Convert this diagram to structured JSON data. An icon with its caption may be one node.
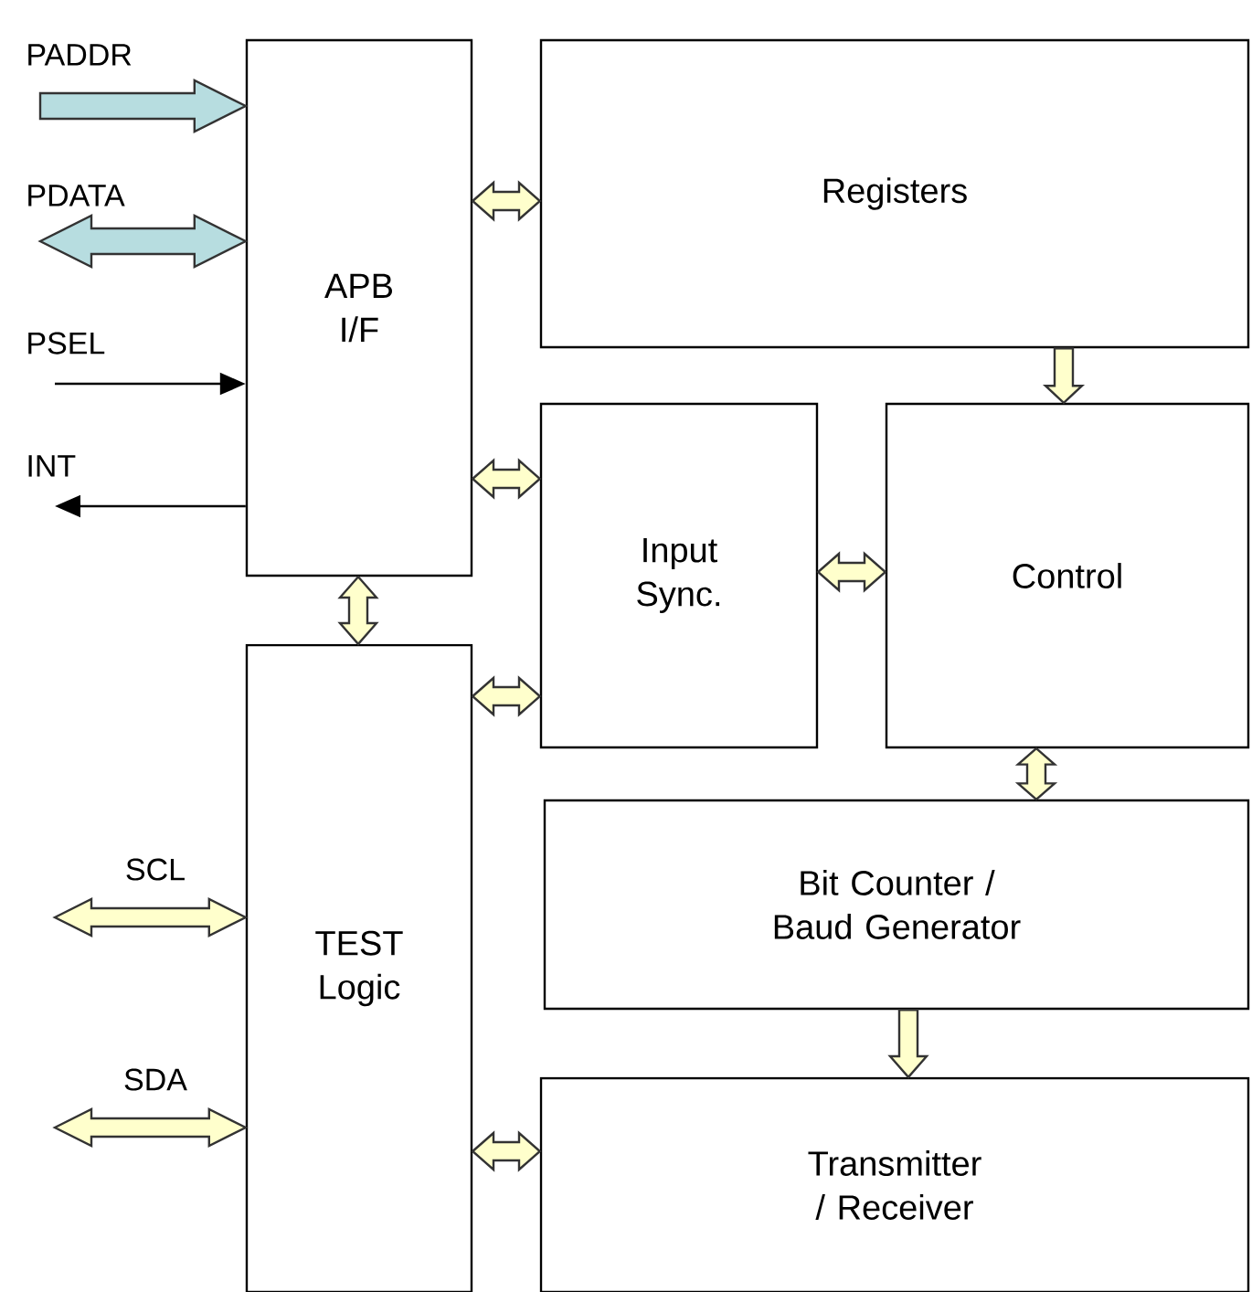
{
  "diagram": {
    "nodes": [
      {
        "text": [
          "APB I/F"
        ]
      },
      {
        "text": [
          "Registers"
        ]
      },
      {
        "text": [
          "Input Sync."
        ]
      },
      {
        "text": [
          "Control"
        ]
      },
      {
        "text": [
          "TEST Logic"
        ]
      },
      {
        "text": [
          "Bit Counter / Baud Generator"
        ]
      },
      {
        "text": [
          "Transmitter / Receiver"
        ]
      }
    ],
    "edges": [
      {
        "from": null,
        "to": 0,
        "arrow": "to",
        "style": "thick",
        "color": "#b7dde0",
        "label": "PADDR"
      },
      {
        "from": null,
        "to": 0,
        "arrow": "both",
        "style": "thick",
        "color": "#b7dde0",
        "label": "PDATA"
      },
      {
        "from": null,
        "to": 0,
        "arrow": "to",
        "label": "PSEL"
      },
      {
        "from": 0,
        "to": null,
        "arrow": "to",
        "label": "INT"
      },
      {
        "from": 0,
        "to": 1,
        "arrow": "both",
        "style": "thick"
      },
      {
        "from": 0,
        "to": 2,
        "arrow": "both",
        "style": "thick"
      },
      {
        "from": 0,
        "to": 4,
        "arrow": "both",
        "style": "thick"
      },
      {
        "from": 4,
        "to": 2,
        "arrow": "both",
        "style": "thick"
      },
      {
        "from": 1,
        "to": 3,
        "arrow": "to",
        "style": "thick"
      },
      {
        "from": 2,
        "to": 3,
        "arrow": "both",
        "style": "thick"
      },
      {
        "from": 3,
        "to": 5,
        "arrow": "both",
        "style": "thick"
      },
      {
        "from": 5,
        "to": 6,
        "arrow": "to",
        "style": "thick"
      },
      {
        "from": 4,
        "to": 6,
        "arrow": "both",
        "style": "thick"
      },
      {
        "from": null,
        "to": 4,
        "arrow": "both",
        "style": "thick",
        "label": "SCL"
      },
      {
        "from": null,
        "to": 4,
        "arrow": "both",
        "style": "thick",
        "label": "SDA"
      }
    ]
  }
}
